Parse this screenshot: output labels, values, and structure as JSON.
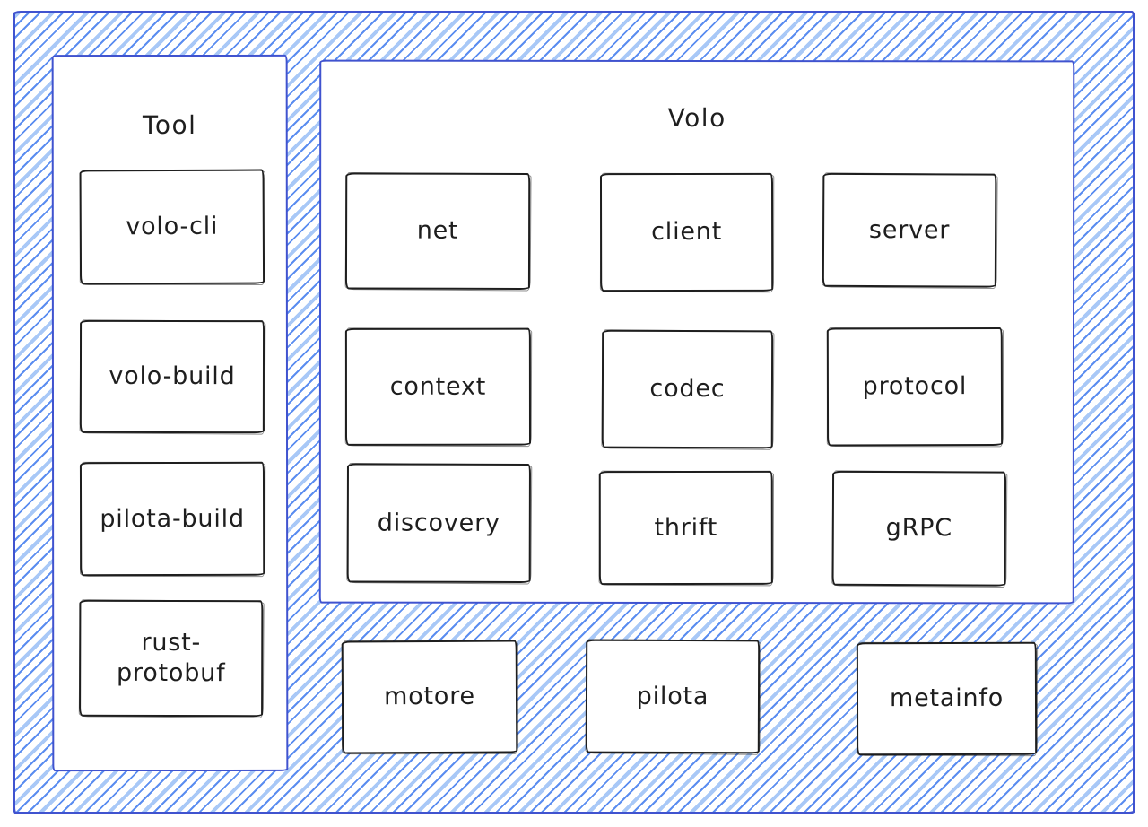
{
  "colors": {
    "frame_border": "#4053cf",
    "hatch_line": "#5b8df0",
    "hatch_line_light": "#a8c8f7",
    "panel_bg": "#ffffff",
    "box_border": "#1e1e1e",
    "text": "#1e1e1e"
  },
  "tool_panel": {
    "title": "Tool",
    "boxes": [
      "volo-cli",
      "volo-build",
      "pilota-build",
      "rust-protobuf"
    ]
  },
  "volo_panel": {
    "title": "Volo",
    "boxes": [
      "net",
      "client",
      "server",
      "context",
      "codec",
      "protocol",
      "discovery",
      "thrift",
      "gRPC"
    ]
  },
  "standalone_boxes": [
    "motore",
    "pilota",
    "metainfo"
  ]
}
